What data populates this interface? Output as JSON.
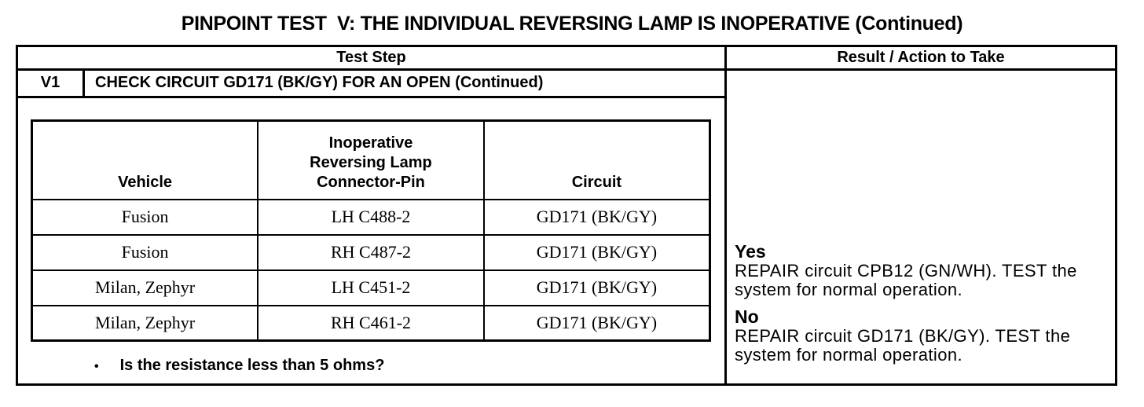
{
  "page": {
    "title": "PINPOINT TEST  V: THE INDIVIDUAL REVERSING LAMP IS INOPERATIVE (Continued)"
  },
  "table": {
    "headers": {
      "test_step": "Test Step",
      "result": "Result / Action to Take"
    },
    "step": {
      "id": "V1",
      "name": "CHECK CIRCUIT GD171 (BK/GY) FOR AN OPEN (Continued)"
    },
    "inner_table": {
      "columns": [
        "Vehicle",
        "Inoperative\nReversing Lamp\nConnector-Pin",
        "Circuit"
      ],
      "rows": [
        [
          "Fusion",
          "LH C488-2",
          "GD171 (BK/GY)"
        ],
        [
          "Fusion",
          "RH C487-2",
          "GD171 (BK/GY)"
        ],
        [
          "Milan, Zephyr",
          "LH C451-2",
          "GD171 (BK/GY)"
        ],
        [
          "Milan, Zephyr",
          "RH C461-2",
          "GD171 (BK/GY)"
        ]
      ]
    },
    "question": {
      "bullet": "•",
      "text": "Is the resistance less than 5 ohms?"
    },
    "results": [
      {
        "label": "Yes",
        "action": "REPAIR circuit CPB12 (GN/WH). TEST the system for normal operation."
      },
      {
        "label": "No",
        "action": "REPAIR circuit GD171 (BK/GY). TEST the system for normal operation."
      }
    ]
  },
  "colors": {
    "text": "#000000",
    "background": "#ffffff",
    "border": "#000000"
  }
}
